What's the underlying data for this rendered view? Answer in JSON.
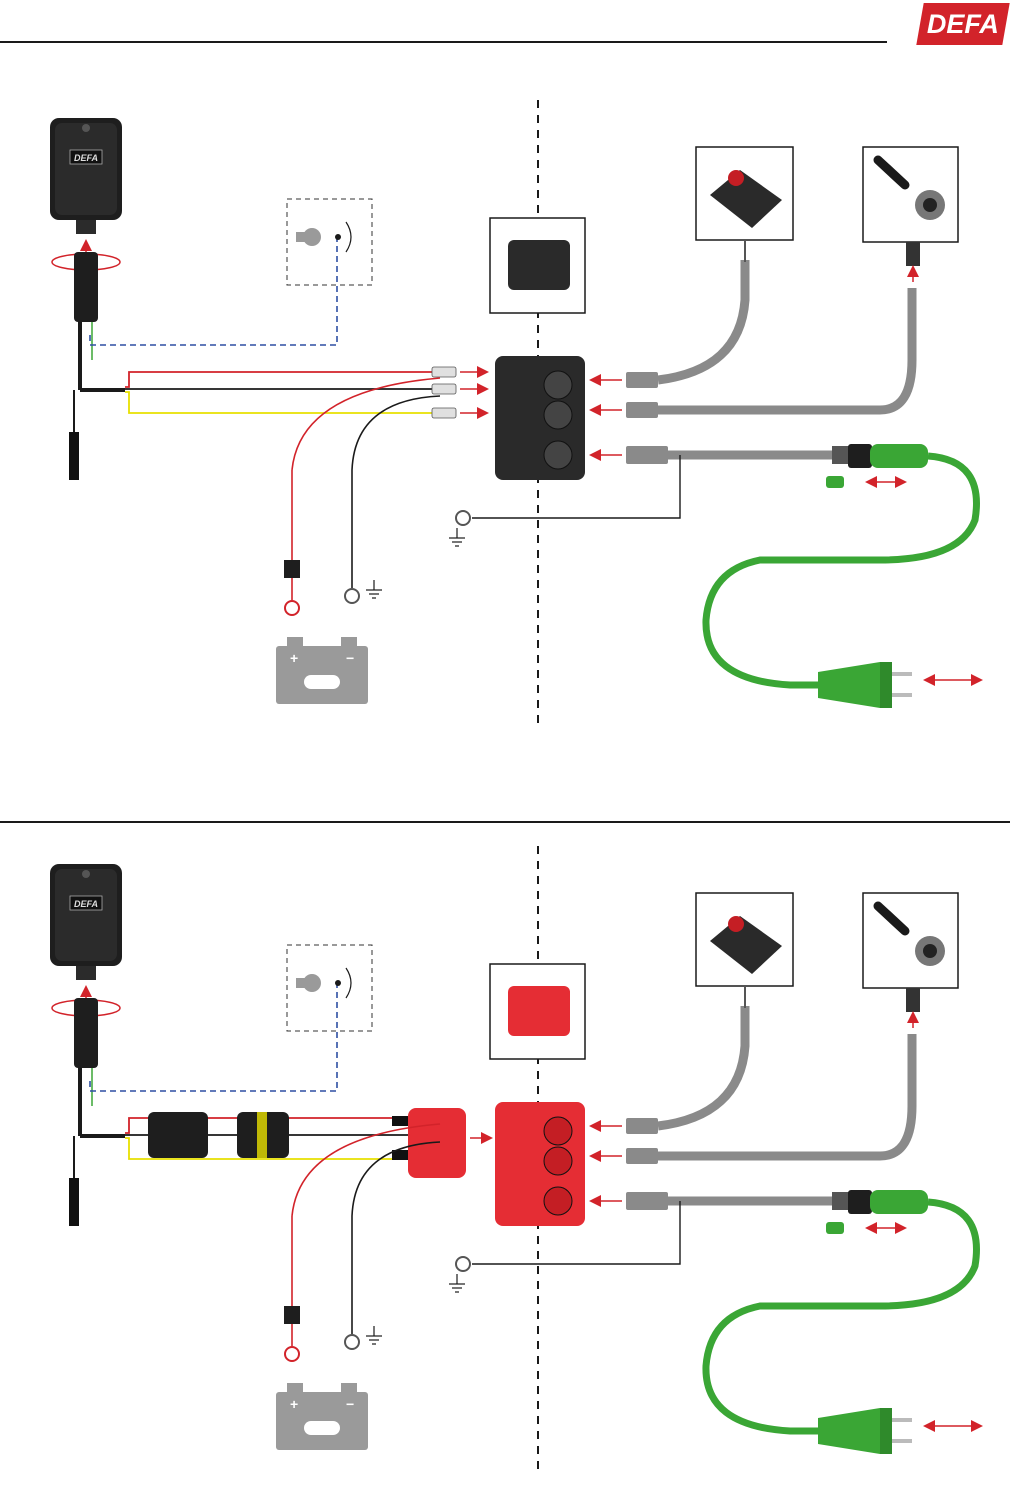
{
  "header": {
    "brand": "DEFA",
    "brand_color": "#d2232a"
  },
  "device_label": "DEFA",
  "battery": {
    "plus": "+",
    "minus": "−"
  },
  "colors": {
    "wire_red": "#d2232a",
    "wire_black": "#1a1a1a",
    "wire_yellow": "#e8e000",
    "wire_blue_dashed": "#2e4fa3",
    "wire_green": "#3aa635",
    "cable_grey": "#8a8a8a",
    "arrow_red": "#d2232a",
    "socket_red": "#e52d34",
    "socket_black": "#2a2a2a",
    "battery_grey": "#9a9a9a"
  },
  "sections": [
    {
      "id": "top",
      "socket_variant": "black"
    },
    {
      "id": "bottom",
      "socket_variant": "red"
    }
  ],
  "icons": [
    "control-unit-icon",
    "ignition-key-icon",
    "battery-icon",
    "ground-icon",
    "heater-icon",
    "charger-plug-icon",
    "schuko-plug-icon",
    "inline-fuse-icon"
  ]
}
